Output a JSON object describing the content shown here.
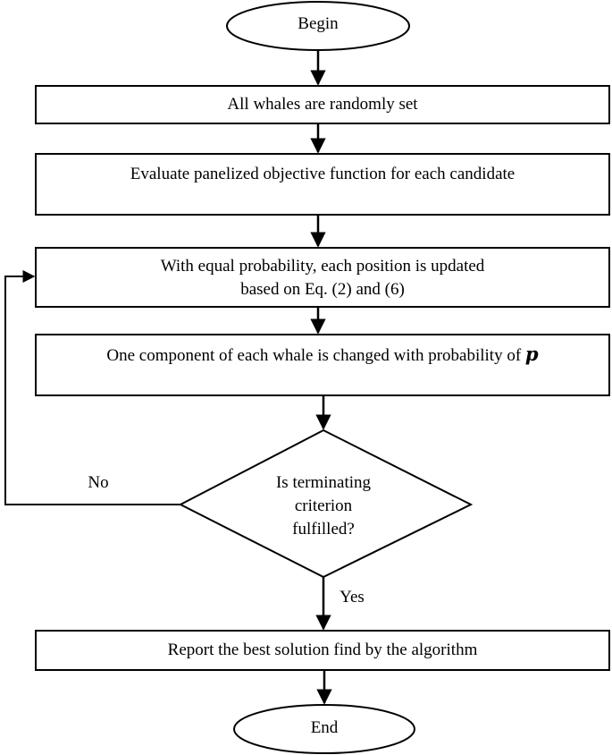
{
  "flowchart": {
    "begin": "Begin",
    "step1": "All whales are randomly set",
    "step2": "Evaluate panelized objective function for each candidate",
    "step3_line1": "With equal probability, each position is updated",
    "step3_line2": "based on Eq. (2) and (6)",
    "step4": "One component of each whale is changed with probability of ",
    "step4_symbol": "p",
    "decision_line1": "Is terminating",
    "decision_line2": "criterion",
    "decision_line3": "fulfilled?",
    "no_label": "No",
    "yes_label": "Yes",
    "step5": "Report the best solution find by the algorithm",
    "end": "End"
  }
}
